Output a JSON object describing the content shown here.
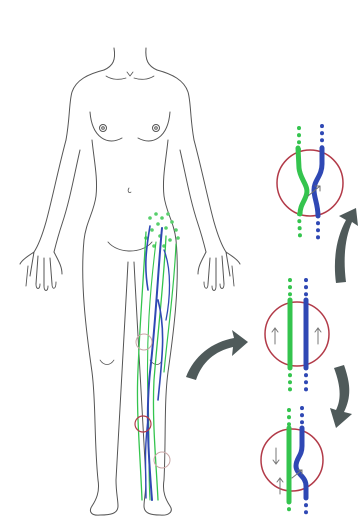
{
  "colors": {
    "outline": "#555555",
    "vein_blue": "#2f48b4",
    "vein_green": "#34c44e",
    "lymph_green_dots": "#57cf6b",
    "circle_red": "#b23a48",
    "arrow_gray": "#4f5a5a",
    "muted_circle": "#c9a6a6"
  },
  "illustration": {
    "subject": "human-figure-front-view-with-leg-veins",
    "insets": [
      "top-inset-crossing",
      "middle-inset-parallel-flow",
      "bottom-inset-reconnection"
    ]
  }
}
